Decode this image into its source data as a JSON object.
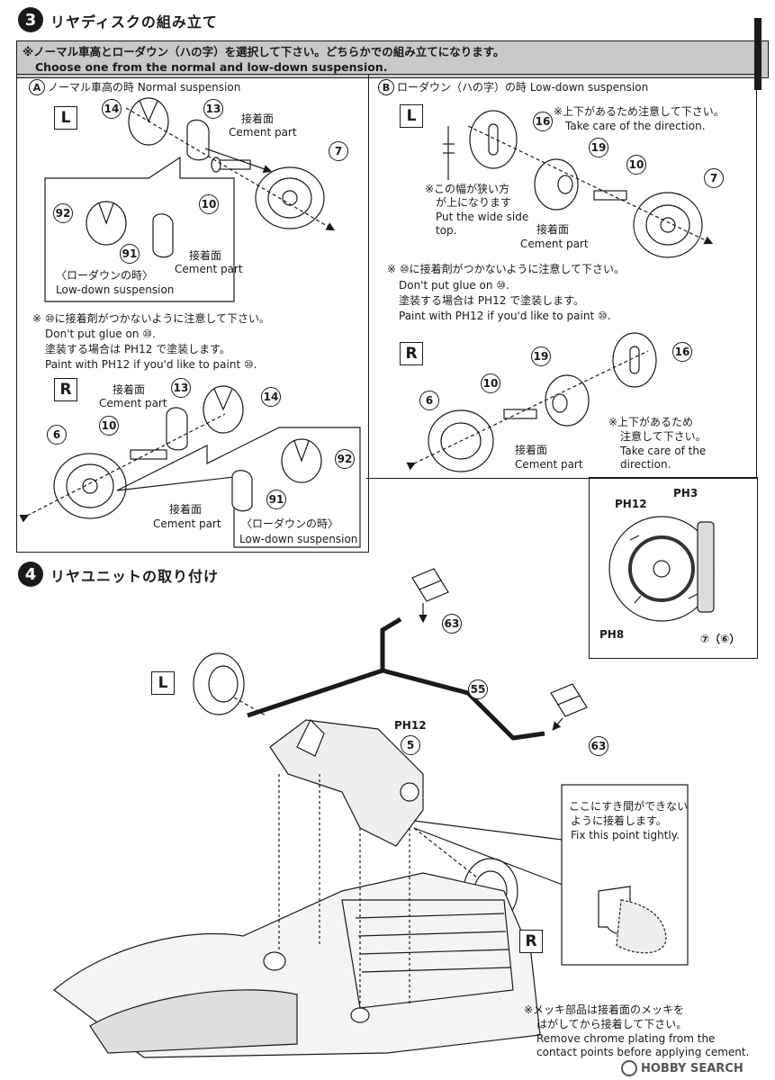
{
  "step3": {
    "number": "3",
    "title": "リヤディスクの組み立て",
    "banner_jp": "※ノーマル車高とローダウン（ハの字）を選択して下さい。どちらかでの組み立てになります。",
    "banner_en": "Choose one from the normal and low-down suspension.",
    "panel_a": {
      "letter": "A",
      "title": "ノーマル車高の時 Normal suspension",
      "side_l": "L",
      "side_r": "R",
      "cement_jp": "接着面",
      "cement_en": "Cement part",
      "lowdown_jp": "〈ローダウンの時〉",
      "lowdown_en": "Low-down suspension",
      "note1": "※ ⑩に接着剤がつかないように注意して下さい。",
      "note2": "Don't put glue on ⑩.",
      "note3": "塗装する場合は PH12 で塗装します。",
      "note4": "Paint with PH12 if you'd like to paint ⑩."
    },
    "panel_b": {
      "letter": "B",
      "title": "ローダウン（ハの字）の時 Low-down suspension",
      "side_l": "L",
      "side_r": "R",
      "direction_jp": "※上下があるため注意して下さい。",
      "direction_en": "Take care of the direction.",
      "wide_jp1": "※この幅が狭い方",
      "wide_jp2": "が上になります",
      "wide_en1": "Put the wide side",
      "wide_en2": "top.",
      "cement_jp": "接着面",
      "cement_en": "Cement part",
      "note1": "※ ⑩に接着剤がつかないように注意して下さい。",
      "note2": "Don't put glue on ⑩.",
      "note3": "塗装する場合は PH12 で塗装します。",
      "note4": "Paint with PH12 if you'd like to paint ⑩.",
      "dir2_jp1": "※上下があるため",
      "dir2_jp2": "注意して下さい。",
      "dir2_en1": "Take care of the",
      "dir2_en2": "direction."
    },
    "disc_panel": {
      "paint_a": "PH12",
      "paint_b": "PH3",
      "paint_c": "PH8",
      "part_ref": "⑦（⑥）"
    }
  },
  "step4": {
    "number": "4",
    "title": "リヤユニットの取り付け",
    "side_l": "L",
    "side_r": "R",
    "paint": "PH12",
    "tight_jp1": "ここにすき間ができない",
    "tight_jp2": "ように接着します。",
    "tight_en": "Fix this point tightly.",
    "chrome_jp1": "※メッキ部品は接着面のメッキを",
    "chrome_jp2": "はがしてから接着して下さい。",
    "chrome_en1": "Remove chrome plating from the",
    "chrome_en2": "contact points before applying cement."
  },
  "parts": {
    "p14": "14",
    "p13": "13",
    "p7": "7",
    "p10": "10",
    "p92": "92",
    "p91": "91",
    "p6": "6",
    "p16": "16",
    "p19": "19",
    "p63": "63",
    "p55": "55",
    "p5": "5"
  },
  "watermark": "HOBBY SEARCH"
}
